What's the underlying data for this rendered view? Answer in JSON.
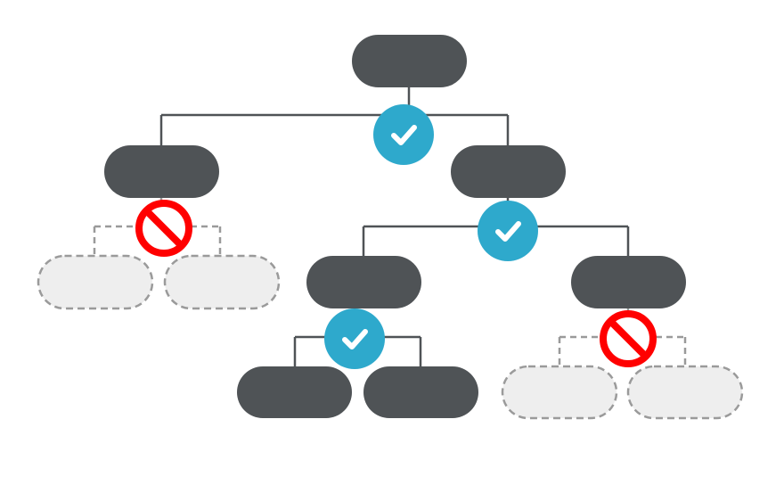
{
  "diagram": {
    "colors": {
      "background": "#ffffff",
      "node_active": "#4f5356",
      "node_pruned_fill": "#eeeeee",
      "node_pruned_stroke": "#9a9a9a",
      "connector": "#4f5356",
      "connector_pruned": "#9a9a9a",
      "check_badge": "#2ea9cc",
      "block_badge": "#ff0000"
    },
    "nodes": [
      {
        "id": "root",
        "state": "active"
      },
      {
        "id": "left",
        "state": "active"
      },
      {
        "id": "right",
        "state": "active"
      },
      {
        "id": "left-child-1",
        "state": "pruned"
      },
      {
        "id": "left-child-2",
        "state": "pruned"
      },
      {
        "id": "right-left",
        "state": "active"
      },
      {
        "id": "right-right",
        "state": "active"
      },
      {
        "id": "right-left-child-1",
        "state": "active"
      },
      {
        "id": "right-left-child-2",
        "state": "active"
      },
      {
        "id": "right-right-child-1",
        "state": "pruned"
      },
      {
        "id": "right-right-child-2",
        "state": "pruned"
      }
    ],
    "badges": [
      {
        "at": "root",
        "icon": "check-icon"
      },
      {
        "at": "left",
        "icon": "prohibited-icon"
      },
      {
        "at": "right",
        "icon": "check-icon"
      },
      {
        "at": "right-left",
        "icon": "check-icon"
      },
      {
        "at": "right-right",
        "icon": "prohibited-icon"
      }
    ]
  }
}
